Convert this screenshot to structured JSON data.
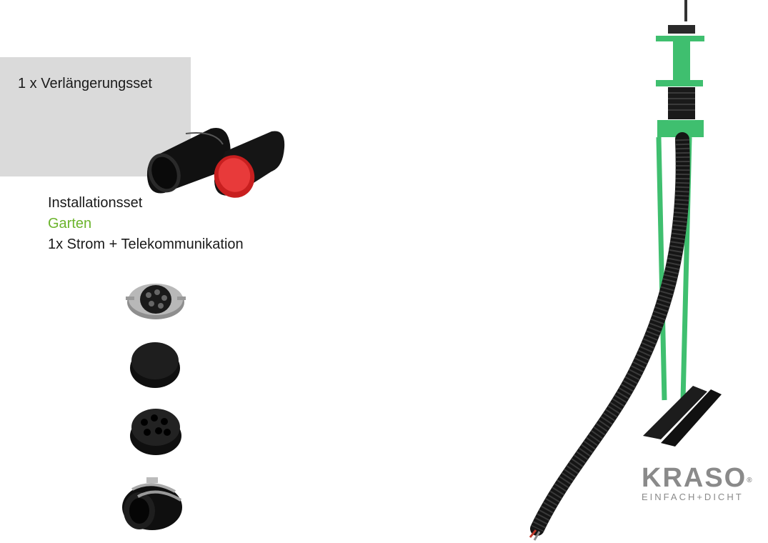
{
  "extension_set": {
    "title": "1 x Verlängerungsset"
  },
  "installation": {
    "line1": "Installationsset",
    "line2": "Garten",
    "line3": "1x Strom + Telekommunikation"
  },
  "brand": {
    "name": "KRASO",
    "registered": "®",
    "tagline": "EINFACH+DICHT"
  },
  "colors": {
    "accent_green": "#6bb42c",
    "stand_green": "#3fbf6f",
    "panel_grey": "#dadada",
    "brand_grey": "#8a8a8a"
  }
}
